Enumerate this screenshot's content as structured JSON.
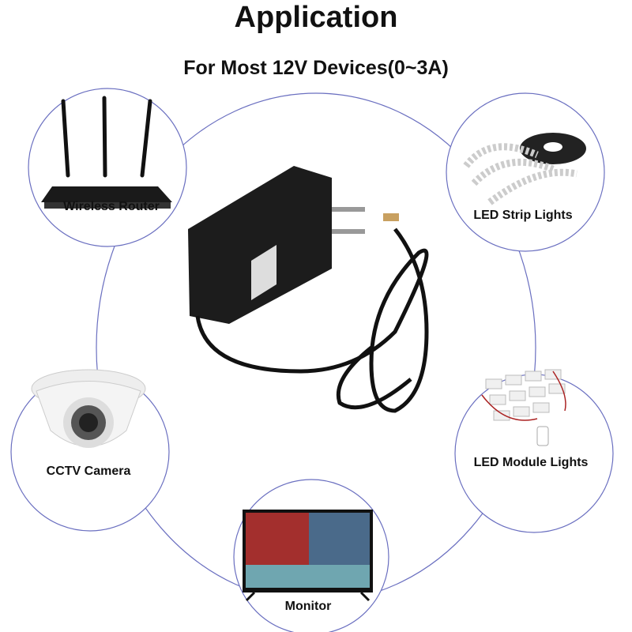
{
  "header": {
    "title": "Application",
    "subtitle": "For Most 12V Devices(0~3A)"
  },
  "devices": [
    {
      "label": "Wireless Router",
      "icon": "router-icon"
    },
    {
      "label": "LED Strip Lights",
      "icon": "led-strip-icon"
    },
    {
      "label": "CCTV Camera",
      "icon": "cctv-camera-icon"
    },
    {
      "label": "LED Module Lights",
      "icon": "led-module-icon"
    },
    {
      "label": "Monitor",
      "icon": "monitor-icon"
    }
  ],
  "colors": {
    "circle_stroke": "#6a6fc0",
    "text": "#111111"
  }
}
